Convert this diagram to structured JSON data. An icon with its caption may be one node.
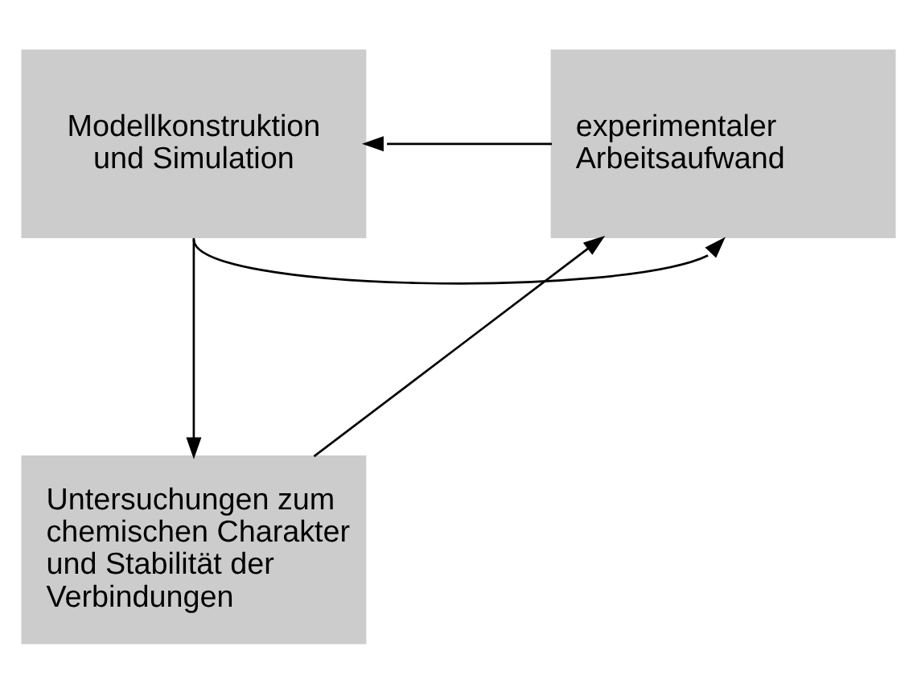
{
  "diagram": {
    "nodes": [
      {
        "text": [
          "Modellkonstruktion und Simulation"
        ]
      },
      {
        "text": [
          "experimentaler Arbeitsaufwand"
        ]
      },
      {
        "text": [
          "Untersuchungen zum chemischen Charakter und Stabilität der Verbindungen"
        ]
      }
    ],
    "edges": [
      {
        "from": 1,
        "to": 0,
        "arrow": "to"
      },
      {
        "from": 0,
        "to": 1,
        "arrow": "to"
      },
      {
        "from": 0,
        "to": 2,
        "arrow": "to"
      },
      {
        "from": 2,
        "to": 1,
        "arrow": "to"
      }
    ]
  }
}
